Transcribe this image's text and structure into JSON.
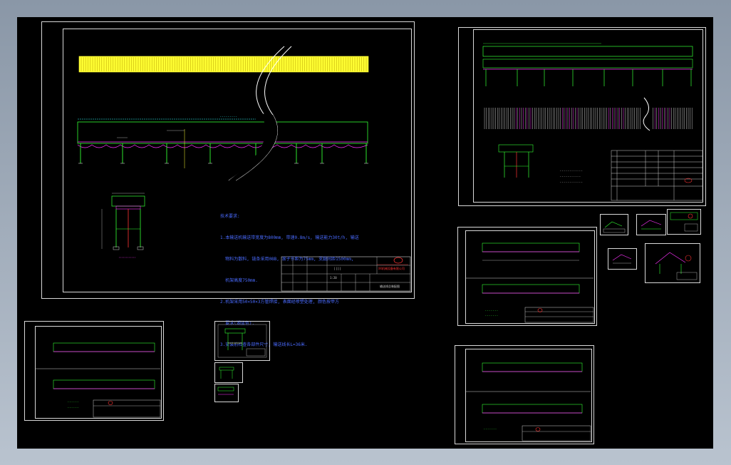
{
  "viewer": {
    "background": "#000000",
    "frame_gradient": [
      "#8a97a7",
      "#b9c3cf"
    ]
  },
  "colors": {
    "conveyor_top": "#ffff33",
    "frame_green": "#33ff33",
    "roller_magenta": "#ff33ff",
    "dimension_cyan": "#33ffff",
    "notes_blue": "#4a6bff",
    "sheet_border": "#d8d8d8",
    "stamp_red": "#ff3333"
  },
  "main_sheet": {
    "notes": [
      "技术要求:",
      "1.本输送机输送带宽度为800mm, 带速0.8m/s, 输送能力30t/h, 输送",
      "  物料为散料, 链条采用08B, 滚子节距为75mm, 支腿间距1500mm,",
      "  机架高度750mm.",
      "2.机架采用50×50×3方管焊接, 表面经喷塑处理, 颜色按甲方",
      "  要求(湖蓝色).",
      "3.安装前检查各部件尺寸, 输送线长L=36米."
    ],
    "title_block": {
      "drawing_title": "输送线总装配图",
      "company": "XX机械设备有限公司",
      "scale": "1:20"
    }
  },
  "icons": {
    "break_line": "break-line-icon",
    "stamp": "company-stamp-icon"
  }
}
